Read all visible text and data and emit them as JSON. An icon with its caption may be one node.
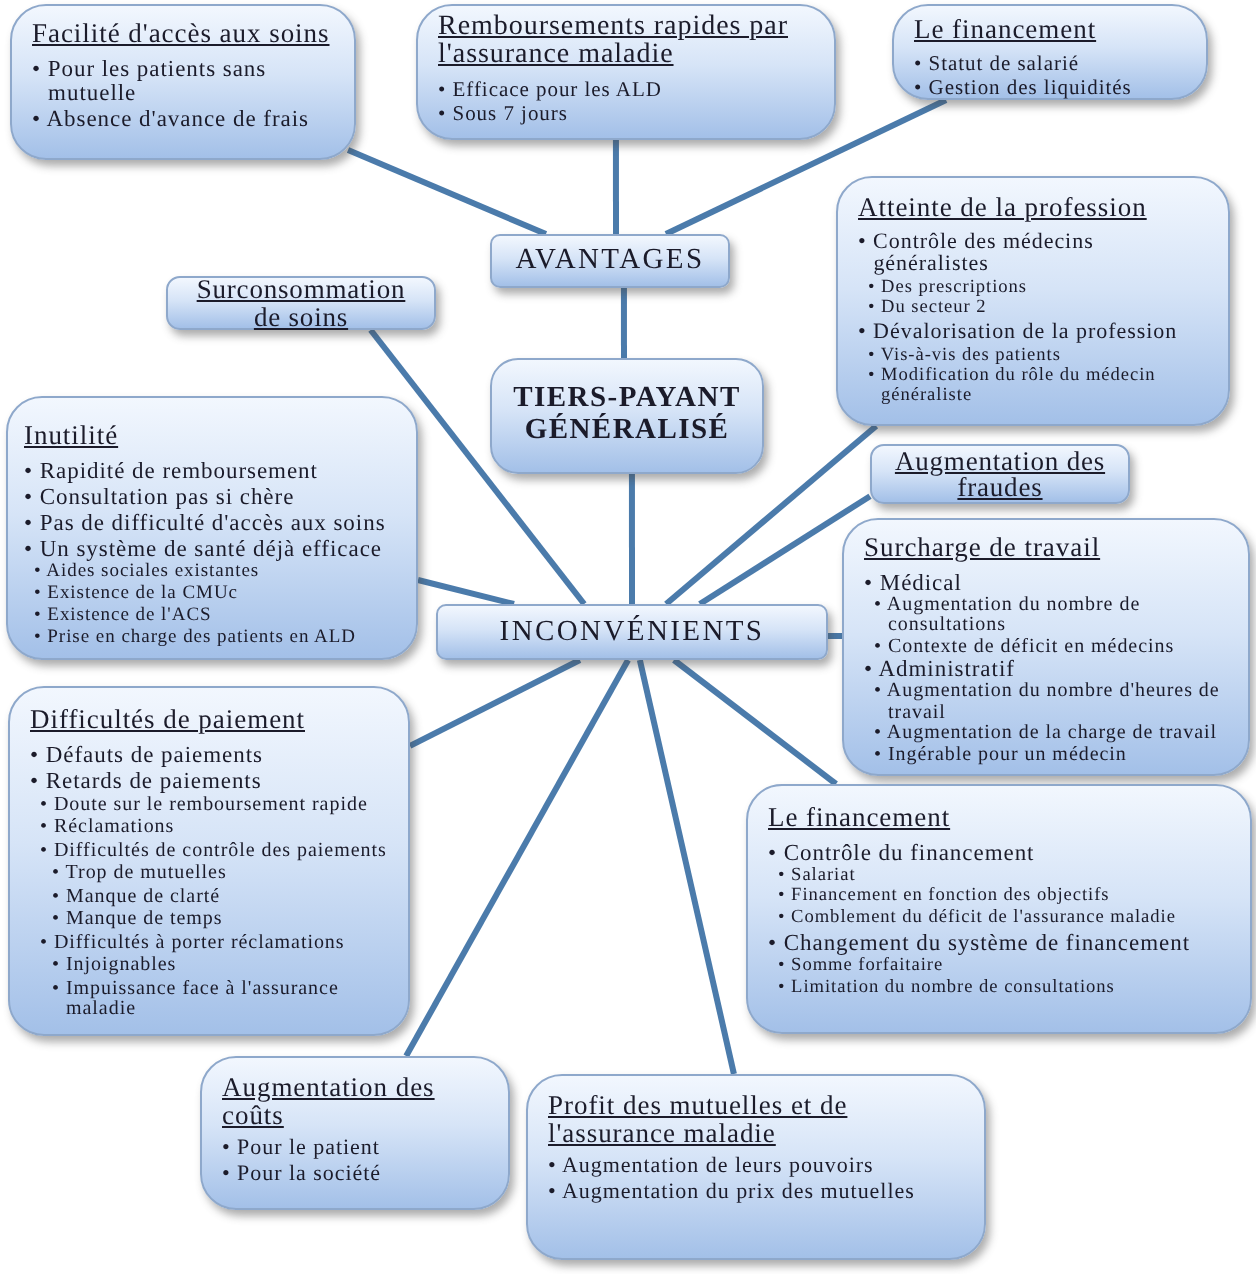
{
  "diagram": {
    "nodes": [
      {
        "text": [
          "Facilité d'accès aux soins",
          "• Pour les patients sans mutuelle",
          "• Absence d'avance de frais"
        ]
      },
      {
        "text": [
          "Remboursements rapides par l'assurance maladie",
          "• Efficace pour les ALD",
          "• Sous 7 jours"
        ]
      },
      {
        "text": [
          "Le financement",
          "• Statut de salarié",
          "• Gestion des liquidités"
        ]
      },
      {
        "text": [
          "Atteinte de la profession",
          "• Contrôle des médecins généralistes",
          "• Des prescriptions",
          "• Du secteur 2",
          "• Dévalorisation de la profession",
          "• Vis-à-vis des patients",
          "• Modification du rôle du médecin généraliste"
        ]
      },
      {
        "text": [
          "AVANTAGES"
        ]
      },
      {
        "text": [
          "Surconsommation de soins"
        ]
      },
      {
        "text": [
          "TIERS-PAYANT GÉNÉRALISÉ"
        ]
      },
      {
        "text": [
          "Inutilité",
          "• Rapidité de remboursement",
          "• Consultation pas si chère",
          "• Pas de difficulté d'accès aux soins",
          "• Un système de santé déjà efficace",
          "• Aides sociales existantes",
          "• Existence de la CMUc",
          "• Existence de l'ACS",
          "• Prise en charge des patients en ALD"
        ]
      },
      {
        "text": [
          "Augmentation des fraudes"
        ]
      },
      {
        "text": [
          "Surcharge de travail",
          "• Médical",
          "• Augmentation du nombre de consultations",
          "• Contexte de déficit en médecins",
          "• Administratif",
          "• Augmentation du nombre d'heures de travail",
          "• Augmentation de la charge de travail",
          "• Ingérable pour un médecin"
        ]
      },
      {
        "text": [
          "INCONVÉNIENTS"
        ]
      },
      {
        "text": [
          "Difficultés de paiement",
          "• Défauts de paiements",
          "• Retards de paiements",
          "• Doute sur le remboursement rapide",
          "• Réclamations",
          "• Difficultés de contrôle des paiements",
          "• Trop de mutuelles",
          "• Manque de clarté",
          "• Manque de temps",
          "• Difficultés à porter réclamations",
          "• Injoignables",
          "• Impuissance face à l'assurance maladie"
        ]
      },
      {
        "text": [
          "Le financement",
          "• Contrôle du financement",
          "• Salariat",
          "• Financement en fonction des objectifs",
          "• Comblement du déficit de l'assurance maladie",
          "• Changement du système de financement",
          "• Somme forfaitaire",
          "• Limitation du nombre de consultations"
        ]
      },
      {
        "text": [
          "Augmentation des coûts",
          "• Pour le patient",
          "• Pour la société"
        ]
      },
      {
        "text": [
          "Profit des mutuelles et de l'assurance maladie",
          "• Augmentation de leurs pouvoirs",
          "• Augmentation du prix des mutuelles"
        ]
      }
    ],
    "edges": [
      {
        "from": 6,
        "to": 4,
        "arrow": "none"
      },
      {
        "from": 6,
        "to": 10,
        "arrow": "none"
      },
      {
        "from": 4,
        "to": 0,
        "arrow": "none"
      },
      {
        "from": 4,
        "to": 1,
        "arrow": "none"
      },
      {
        "from": 4,
        "to": 2,
        "arrow": "none"
      },
      {
        "from": 10,
        "to": 5,
        "arrow": "none"
      },
      {
        "from": 10,
        "to": 7,
        "arrow": "none"
      },
      {
        "from": 10,
        "to": 3,
        "arrow": "none"
      },
      {
        "from": 10,
        "to": 8,
        "arrow": "none"
      },
      {
        "from": 10,
        "to": 9,
        "arrow": "none"
      },
      {
        "from": 10,
        "to": 11,
        "arrow": "none"
      },
      {
        "from": 10,
        "to": 13,
        "arrow": "none"
      },
      {
        "from": 10,
        "to": 14,
        "arrow": "none"
      },
      {
        "from": 10,
        "to": 12,
        "arrow": "none"
      }
    ]
  }
}
